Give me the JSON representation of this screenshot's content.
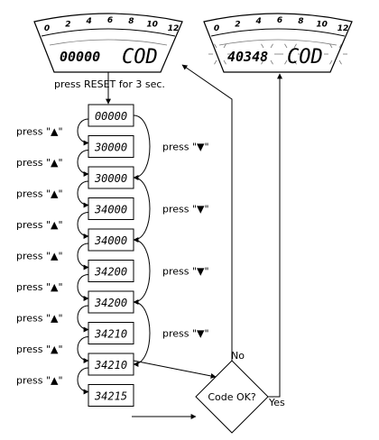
{
  "cluster_left": {
    "odometer": "00000",
    "mode": "COD",
    "ticks": [
      "0",
      "2",
      "4",
      "6",
      "8",
      "10",
      "12"
    ]
  },
  "cluster_right": {
    "odometer": "40348",
    "mode": "COD",
    "ticks": [
      "0",
      "2",
      "4",
      "6",
      "8",
      "10",
      "12"
    ]
  },
  "instruction_reset": "press RESET for 3 sec.",
  "up_label": "press \"▲\"",
  "down_label": "press \"▼\"",
  "steps": [
    {
      "value": "00000"
    },
    {
      "value": "30000"
    },
    {
      "value": "30000"
    },
    {
      "value": "34000"
    },
    {
      "value": "34000"
    },
    {
      "value": "34200"
    },
    {
      "value": "34200"
    },
    {
      "value": "34210"
    },
    {
      "value": "34210"
    },
    {
      "value": "34215"
    }
  ],
  "decision": {
    "question": "Code OK?",
    "no_label": "No",
    "yes_label": "Yes"
  }
}
